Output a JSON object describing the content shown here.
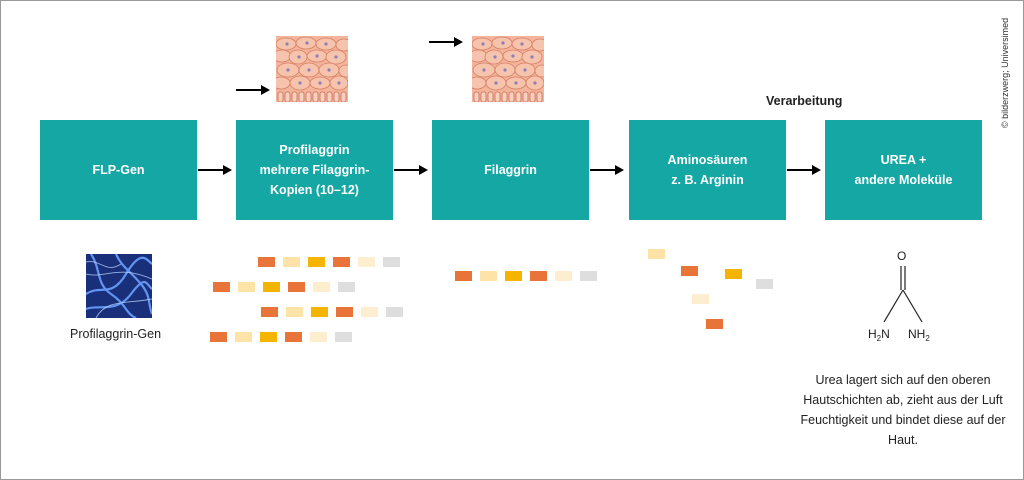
{
  "boxes": [
    {
      "label": "FLP-Gen"
    },
    {
      "label": "Profilaggrin\nmehrere Filaggrin-\nKopien (10–12)"
    },
    {
      "label": "Filaggrin"
    },
    {
      "label": "Aminosäuren\nz. B. Arginin"
    },
    {
      "label": "UREA +\nandere Moleküle"
    }
  ],
  "processing_label": "Verarbeitung",
  "gene_caption": "Profilaggrin-Gen",
  "urea_note": "Urea lagert sich auf den oberen Hautschichten ab, zieht aus der Luft Feuchtigkeit und bindet diese auf der Haut.",
  "molecule": {
    "o": "O",
    "h2n": "H",
    "h2n_sub": "2",
    "h2n_n": "N",
    "nh2": "NH",
    "nh2_sub": "2"
  },
  "copyright": "© bilderzwerg; Universimed",
  "colors": {
    "teal": "#14a7a4",
    "dark_orange": "#e8743a",
    "light_yellow": "#fde3a8",
    "gold": "#f5b400",
    "light_gray": "#dedede",
    "pale": "#fdeed0"
  }
}
